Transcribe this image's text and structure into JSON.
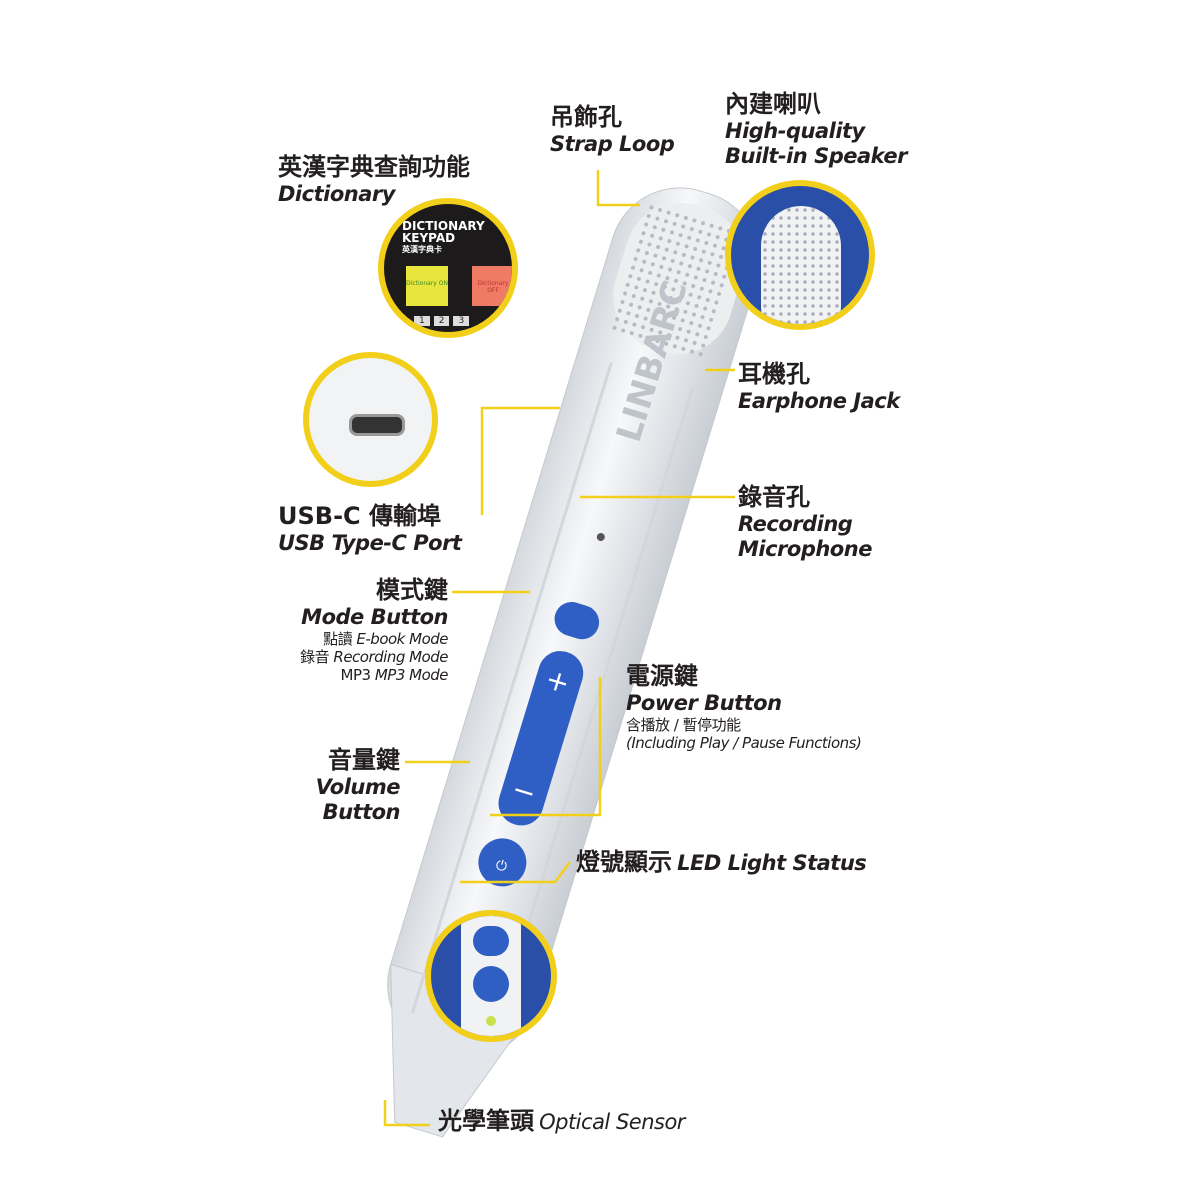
{
  "labels": {
    "strap": {
      "zh": "吊飾孔",
      "en": "Strap Loop"
    },
    "speaker": {
      "zh": "內建喇叭",
      "en1": "High-quality",
      "en2": "Built-in Speaker"
    },
    "dictionary": {
      "zh": "英漢字典查詢功能",
      "en": "Dictionary"
    },
    "earphone": {
      "zh": "耳機孔",
      "en": "Earphone Jack"
    },
    "usb": {
      "zh": "USB-C 傳輸埠",
      "en": "USB Type-C Port"
    },
    "mic": {
      "zh": "錄音孔",
      "en1": "Recording",
      "en2": "Microphone"
    },
    "mode": {
      "zh": "模式鍵",
      "en": "Mode Button",
      "modes": [
        {
          "zh": "點讀",
          "en": "E-book Mode"
        },
        {
          "zh": "錄音",
          "en": "Recording Mode"
        },
        {
          "zh": "MP3",
          "en": "MP3 Mode"
        }
      ]
    },
    "power": {
      "zh": "電源鍵",
      "en": "Power Button",
      "sub_zh": "含播放 / 暫停功能",
      "sub_en": "(Including Play / Pause Functions)"
    },
    "volume": {
      "zh": "音量鍵",
      "en1": "Volume",
      "en2": "Button"
    },
    "led": {
      "zh": "燈號顯示",
      "en": "LED Light Status"
    },
    "sensor": {
      "zh": "光學筆頭",
      "en": "Optical Sensor"
    }
  },
  "keypad": {
    "title1": "DICTIONARY",
    "title2": "KEYPAD",
    "title_zh": "英漢字典卡",
    "on": "Dictionary ON",
    "off": "Dictionary OFF",
    "keys": [
      "1",
      "2",
      "3"
    ]
  },
  "brand": "LINBARC",
  "colors": {
    "accent": "#f2cf1a",
    "button": "#2f5fc4",
    "pen": "#eef0f2"
  }
}
